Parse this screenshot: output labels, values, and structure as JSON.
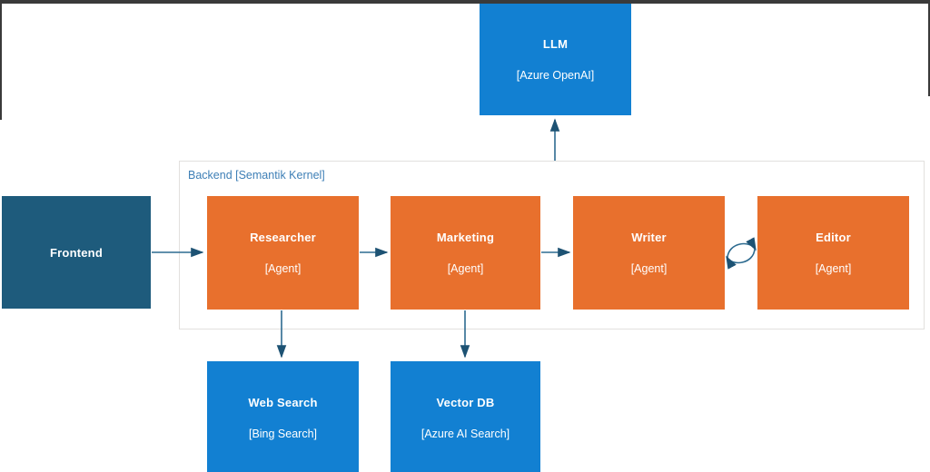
{
  "backend_label": "Backend [Semantik Kernel]",
  "nodes": {
    "llm": {
      "title": "LLM",
      "subtitle": "[Azure OpenAI]"
    },
    "frontend": {
      "title": "Frontend"
    },
    "researcher": {
      "title": "Researcher",
      "subtitle": "[Agent]"
    },
    "marketing": {
      "title": "Marketing",
      "subtitle": "[Agent]"
    },
    "writer": {
      "title": "Writer",
      "subtitle": "[Agent]"
    },
    "editor": {
      "title": "Editor",
      "subtitle": "[Agent]"
    },
    "web_search": {
      "title": "Web Search",
      "subtitle": "[Bing Search]"
    },
    "vector_db": {
      "title": "Vector DB",
      "subtitle": "[Azure AI Search]"
    }
  },
  "edges": [
    {
      "from": "frontend",
      "to": "researcher",
      "style": "arrow-right"
    },
    {
      "from": "researcher",
      "to": "marketing",
      "style": "arrow-right"
    },
    {
      "from": "marketing",
      "to": "writer",
      "style": "arrow-right"
    },
    {
      "from": "writer",
      "to": "editor",
      "style": "cycle-both-ways"
    },
    {
      "from": "backend",
      "to": "llm",
      "style": "arrow-up"
    },
    {
      "from": "researcher",
      "to": "web_search",
      "style": "arrow-down"
    },
    {
      "from": "marketing",
      "to": "vector_db",
      "style": "arrow-down"
    }
  ],
  "colors": {
    "node_blue": "#1280d2",
    "node_orange": "#e8702d",
    "node_teal": "#1e5b7c",
    "arrow_stroke": "#2d6b90",
    "arrowhead_fill": "#1d5273",
    "container_border": "#e2e0de",
    "container_label_text": "#3e7fb6",
    "frame_dark": "#3a3a3a"
  }
}
